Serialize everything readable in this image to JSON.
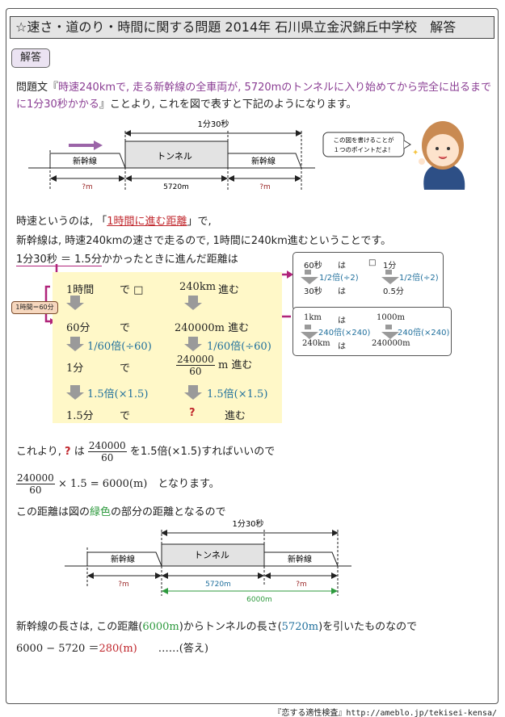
{
  "title": "☆速さ・道のり・時間に関する問題 2014年 石川県立金沢錦丘中学校　解答",
  "badge": "解答",
  "problem": {
    "prefix": "問題文『",
    "quote1": "時速240kmで, 走る新幹線の全車両が, 5720mのトンネルに入り始めてから完全に出るまで",
    "quote2": "に1分30秒かかる",
    "suffix": "』ことより, これを図で表すと下記のようになります。"
  },
  "diagram1": {
    "time": "1分30秒",
    "tunnel": "トンネル",
    "train": "新幹線",
    "unknown": "?m",
    "tunnel_len": "5720m"
  },
  "bubble": {
    "line1": "この図を書けることが",
    "line2": "１つのポイントだよ！"
  },
  "explain": {
    "l1a": "時速というのは, 「",
    "l1b": "1時間に進む距離",
    "l1c": "」で,",
    "l2": "新幹線は, 時速240kmの速さで走るので, 1時間に240km進むということです。",
    "l3a": "1分30秒 ＝ 1.5分",
    "l3b": "かかったときに進んだ距離は"
  },
  "table": {
    "r1": [
      "1時間",
      "で □",
      "240km",
      "進む"
    ],
    "r2": [
      "60分",
      "で",
      "240000m 進む"
    ],
    "op1": "1/60倍(÷60)",
    "r3": [
      "1分",
      "で",
      "240000",
      "60",
      "m 進む"
    ],
    "op2": "1.5倍(×1.5)",
    "r4": [
      "1.5分",
      "で",
      "?",
      "進む"
    ],
    "tag": "1時間＝60分"
  },
  "box1": {
    "r1": [
      "60秒",
      "は",
      "□",
      "1分"
    ],
    "op": "1/2倍(÷2)",
    "r2": [
      "30秒",
      "は",
      "0.5分"
    ]
  },
  "box2": {
    "r1": [
      "1km",
      "は",
      "1000m"
    ],
    "op": "240倍(×240)",
    "r2": [
      "240km",
      "は",
      "240000m"
    ]
  },
  "calc": {
    "a1": "これより,",
    "q": "?",
    "a2": "は",
    "num": "240000",
    "den": "60",
    "a3": "を1.5倍(×1.5)すればいいので",
    "b": "× 1.5 = 6000(m)　となります。",
    "c1": "この距離は図の",
    "c2": "緑色",
    "c3": "の部分の距離となるので"
  },
  "diagram2": {
    "time": "1分30秒",
    "tunnel": "トンネル",
    "train": "新幹線",
    "unknown": "?m",
    "tunnel_len": "5720m",
    "total": "6000m"
  },
  "conclusion": {
    "a1": "新幹線の長さは, この距離(",
    "a2": "6000m",
    "a3": ")からトンネルの長さ(",
    "a4": "5720m",
    "a5": ")を引いたものなので",
    "b1": "6000 − 5720 ＝",
    "b2": "280(m)",
    "b3": "……(答え)"
  },
  "footer": "『恋する適性検査』http://ameblo.jp/tekisei-kensa/"
}
